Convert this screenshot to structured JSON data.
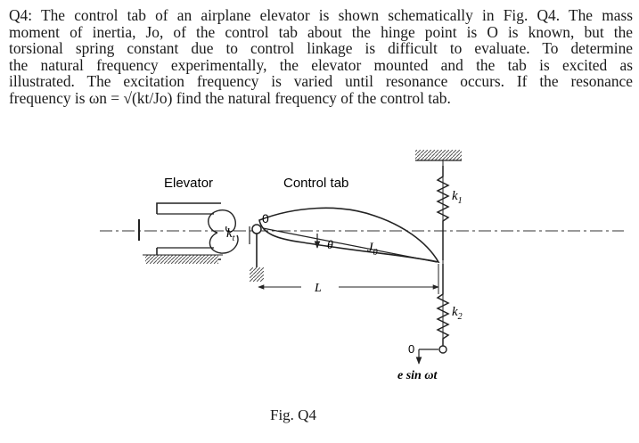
{
  "problem": {
    "lines": [
      "Q4: The control tab of an airplane elevator is shown schematically in Fig. Q4. The mass",
      "moment of inertia, Jo, of the control tab about the hinge point is O is known, but the",
      "torsional spring constant due to control linkage is difficult to evaluate. To determine",
      "the natural frequency experimentally, the elevator mounted and the tab is excited as",
      "illustrated. The excitation frequency is varied until resonance occurs. If the resonance",
      "frequency is ωn = √(kt/Jo) find the natural frequency of the control tab."
    ]
  },
  "figure": {
    "label_elevator": "Elevator",
    "label_control_tab": "Control tab",
    "label_kt_k": "k",
    "label_kt_sub": "t",
    "label_hinge": "0",
    "label_theta": "θ",
    "label_jo_j": "J",
    "label_jo_sub": "0",
    "label_length": "L",
    "label_k1_k": "k",
    "label_k1_sub": "1",
    "label_k2_k": "k",
    "label_k2_sub": "2",
    "label_base": "0",
    "label_excitation": "e sin ωt",
    "caption": "Fig. Q4"
  }
}
